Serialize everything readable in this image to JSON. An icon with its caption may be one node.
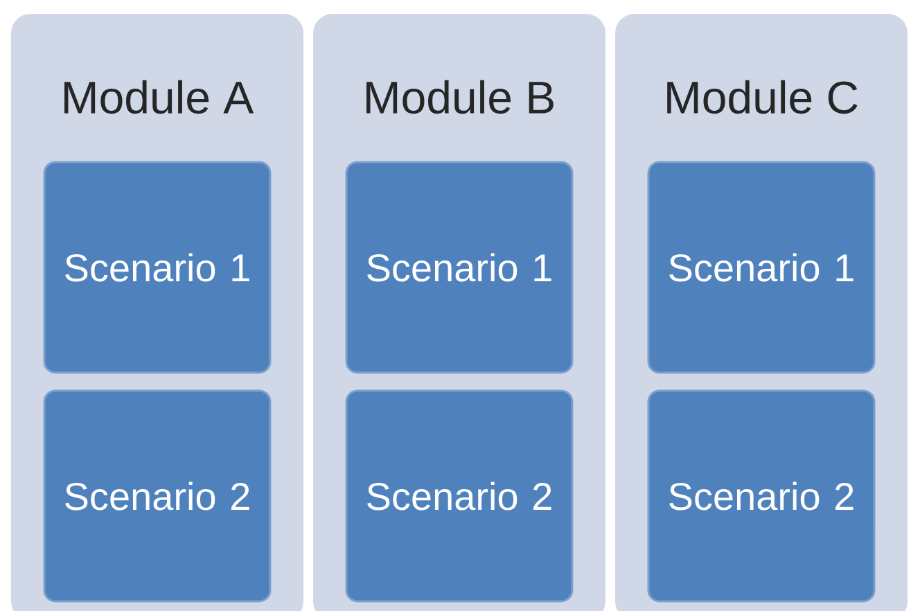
{
  "diagram": {
    "nodes": [
      {
        "text": [
          "Module A"
        ]
      },
      {
        "text": [
          "Scenario 1"
        ],
        "in": 0
      },
      {
        "text": [
          "Scenario 2"
        ],
        "in": 0
      },
      {
        "text": [
          "Module B"
        ]
      },
      {
        "text": [
          "Scenario 1"
        ],
        "in": 3
      },
      {
        "text": [
          "Scenario 2"
        ],
        "in": 3
      },
      {
        "text": [
          "Module C"
        ]
      },
      {
        "text": [
          "Scenario 1"
        ],
        "in": 6
      },
      {
        "text": [
          "Scenario 2"
        ],
        "in": 6
      }
    ]
  }
}
